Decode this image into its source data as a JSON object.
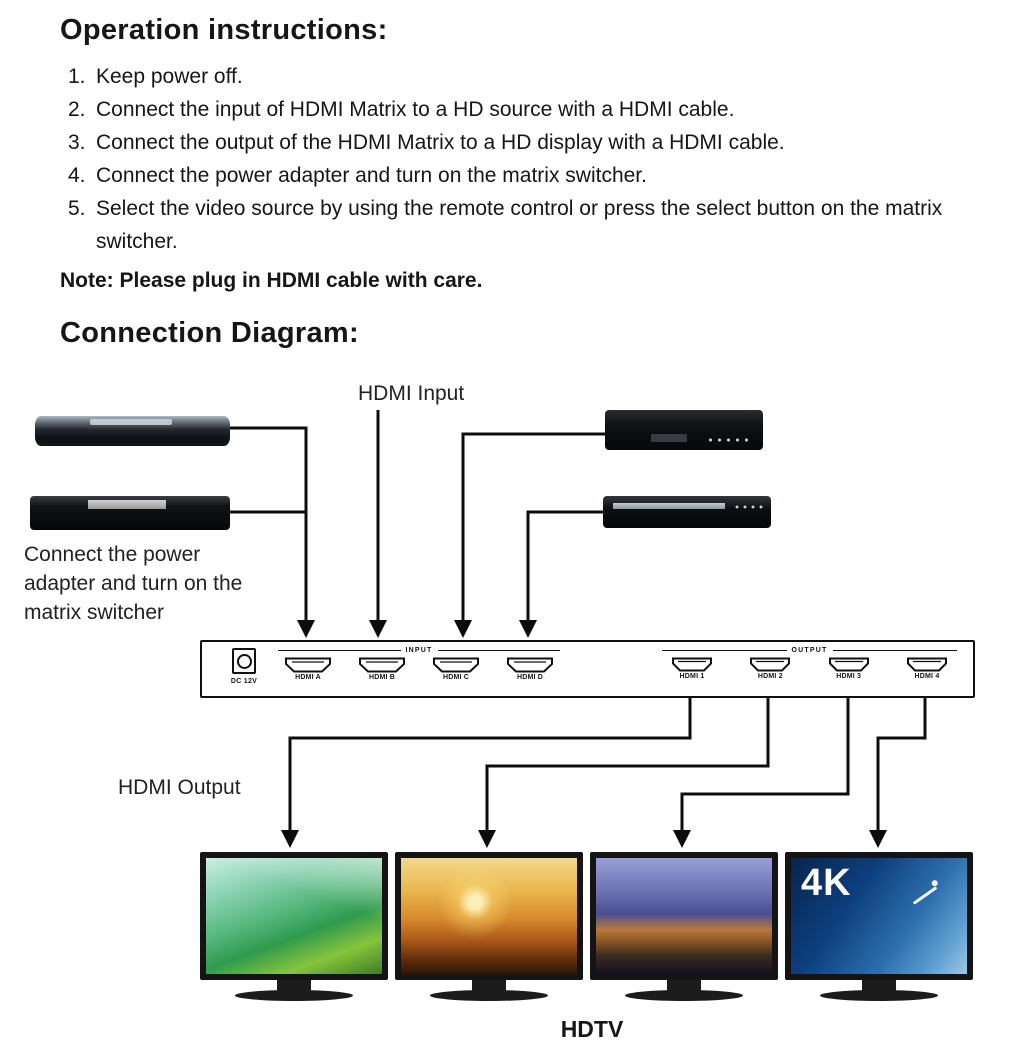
{
  "instructions": {
    "title": "Operation instructions:",
    "items": [
      {
        "num": "1.",
        "text": "Keep power off."
      },
      {
        "num": "2.",
        "text": "Connect the input of HDMI Matrix to a HD source with a HDMI cable."
      },
      {
        "num": "3.",
        "text": "Connect the output of the HDMI Matrix to a HD display with a HDMI cable."
      },
      {
        "num": "4.",
        "text": "Connect the power adapter and turn on the matrix switcher."
      },
      {
        "num": "5.",
        "text": "Select the video source by using the remote control or press the select button on the matrix switcher."
      }
    ],
    "note": "Note: Please plug in HDMI cable with care."
  },
  "diagram": {
    "title": "Connection Diagram:",
    "input_label": "HDMI Input",
    "output_label": "HDMI Output",
    "power_note": "Connect the power adapter and turn on the matrix switcher",
    "hdtv_label": "HDTV",
    "matrix": {
      "power_port_label": "DC 12V",
      "input_group_label": "INPUT",
      "output_group_label": "OUTPUT",
      "input_ports": [
        "HDMI A",
        "HDMI B",
        "HDMI C",
        "HDMI D"
      ],
      "output_ports": [
        "HDMI 1",
        "HDMI 2",
        "HDMI 3",
        "HDMI 4"
      ]
    },
    "tv4_badge": "4K",
    "colors": {
      "line": "#0c0c0c",
      "accent_4k_blue": "#0d3f7e"
    }
  }
}
